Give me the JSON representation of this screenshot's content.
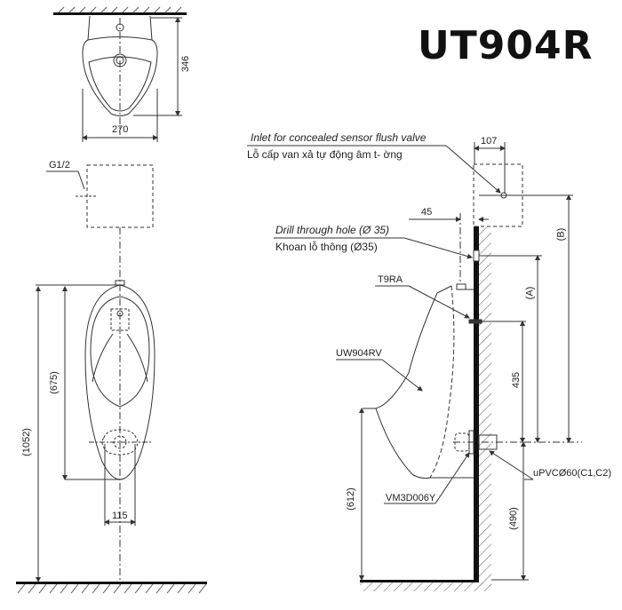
{
  "title": "UT904R",
  "top_view": {
    "dim_width": "270",
    "dim_depth": "346"
  },
  "front_view": {
    "inlet_thread": "G1/2",
    "dim_total_height": "(1052)",
    "dim_body_height": "(675)",
    "dim_outlet_width": "115"
  },
  "side_view": {
    "inlet_label_en": "Inlet for concealed sensor flush valve",
    "inlet_label_vi": "Lỗ cấp van xả tự động âm t- ờng",
    "dim_inlet_offset": "107",
    "drill_label_en": "Drill through hole (Ø 35)",
    "drill_label_vi": "Khoan lỗ thông (Ø35)",
    "dim_drill_offset": "45",
    "spreader_part": "T9RA",
    "body_part": "UW904RV",
    "trap_part": "VM3D006Y",
    "pipe_label": "uPVCØ60(C1,C2)",
    "dim_B": "(B)",
    "dim_A": "(A)",
    "dim_435": "435",
    "dim_rim_height": "(612)",
    "dim_outlet_height": "(490)"
  },
  "colors": {
    "line": "#333333",
    "wall": "#111111",
    "background": "#ffffff"
  }
}
